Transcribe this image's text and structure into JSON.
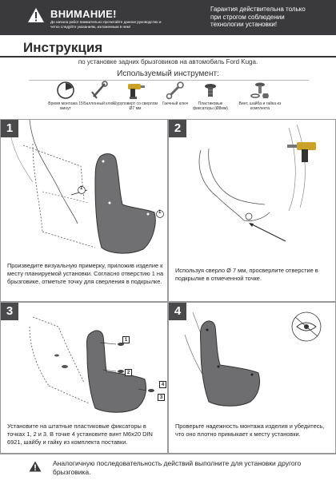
{
  "header": {
    "warning_title": "ВНИМАНИЕ!",
    "warning_sub": "До начала работ внимательно прочитайте данное руководство и четко следуйте указаниям, изложенным в нем!",
    "guarantee": "Гарантия действительна только при строгом соблюдении технологии установки!"
  },
  "document": {
    "title": "Инструкция",
    "subtitle": "по установке задних брызговиков на автомобиль Ford Kuga."
  },
  "tools": {
    "heading": "Используемый инструмент:",
    "items": [
      {
        "label": "Время монтажа 15 минут",
        "icon": "clock-icon"
      },
      {
        "label": "Баллонный ключ",
        "icon": "wheel-wrench-icon"
      },
      {
        "label": "Шуруповерт со сверлом Ø7 мм",
        "icon": "drill-icon"
      },
      {
        "label": "Гаечный ключ",
        "icon": "spanner-icon"
      },
      {
        "label": "Пластиковые фиксаторы (Ø8мм)",
        "icon": "plastic-clip-icon"
      },
      {
        "label": "Винт, шайба и гайка из комплекта",
        "icon": "screw-set-icon"
      }
    ]
  },
  "steps": [
    {
      "num": "1",
      "caption": "Произведите визуальную примерку, приложив изделие к месту планируемой установки. Согласно отверстию 1  на брызговике, отметьте точку для сверления в подкрылке.",
      "marks": [
        "1"
      ]
    },
    {
      "num": "2",
      "caption": "Используя сверло Ø 7 мм, просверлите отверстие в подкрылке в отмеченной точке."
    },
    {
      "num": "3",
      "caption": "Установите на штатные пластиковые фиксаторы в точках 1, 2 и 3. В точке 4 установите винт М6х20 DIN 6921, шайбу и гайку из комплекта поставки.",
      "marks": [
        "1",
        "2",
        "4",
        "3"
      ]
    },
    {
      "num": "4",
      "caption": "Проверьте надежность монтажа изделия и убедитесь, что оно плотно примыкает к месту установки."
    }
  ],
  "footer": {
    "text": "Аналогичную последовательность действий выполните для установки другого брызговика."
  }
}
